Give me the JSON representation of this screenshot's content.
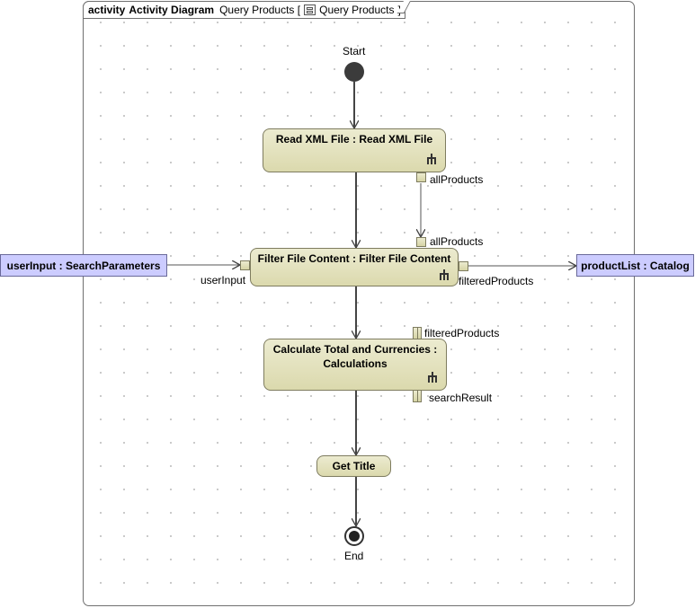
{
  "frame": {
    "kind": "activity",
    "name": "Activity Diagram",
    "context_open": "Query Products [",
    "context_icon": "class-context-icon",
    "context_value": "Query Products",
    "context_close": "]"
  },
  "nodes": {
    "start_label": "Start",
    "end_label": "End",
    "read_xml": "Read XML File : Read XML File",
    "filter": "Filter File Content : Filter File Content",
    "calculate": "Calculate Total and Currencies : Calculations",
    "get_title": "Get Title"
  },
  "pins": {
    "read_out": "allProducts",
    "filter_in": "allProducts",
    "filter_user": "userInput",
    "filter_out": "filteredProducts",
    "calc_in": "filteredProducts",
    "calc_out": "searchResult"
  },
  "objects": {
    "user_input": "userInput : SearchParameters",
    "product_list": "productList : Catalog"
  },
  "colors": {
    "action_fill": "#dbd9ad",
    "object_fill": "#ccccff",
    "edge": "#444444"
  }
}
